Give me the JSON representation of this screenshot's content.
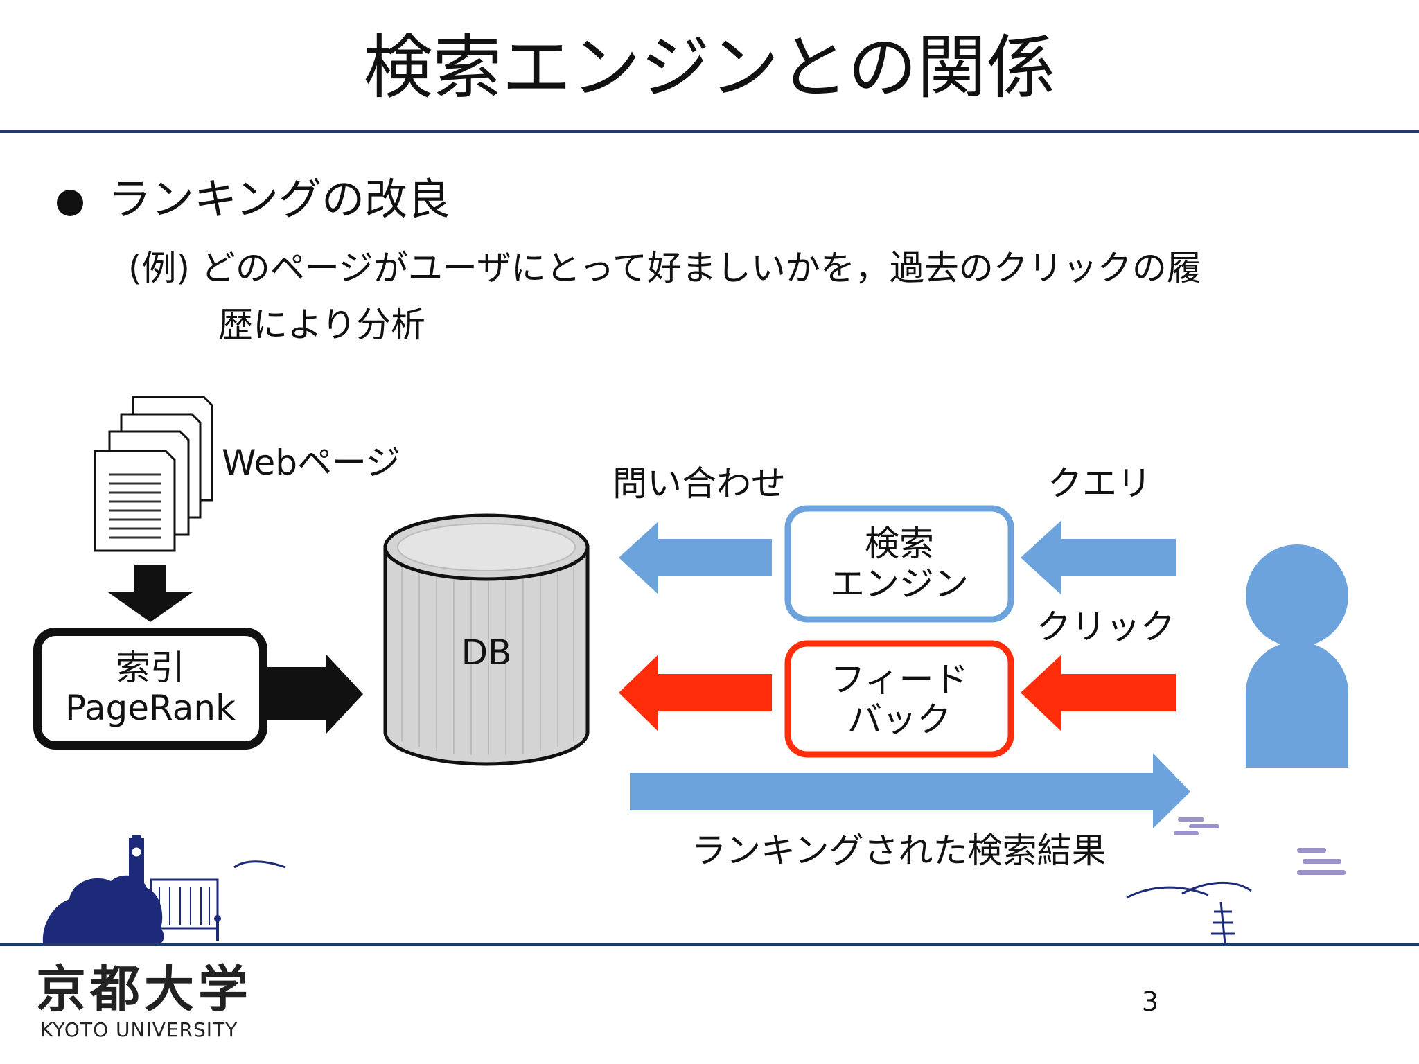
{
  "slide": {
    "title": "検索エンジンとの関係",
    "bullet": "ランキングの改良",
    "example_line1": "(例) どのページがユーザにとって好ましいかを，過去のクリックの履",
    "example_line2": "歴により分析",
    "page_number": "3"
  },
  "diagram": {
    "web_pages_label": "Webページ",
    "index_box_line1": "索引",
    "index_box_line2": "PageRank",
    "db_label": "DB",
    "query_to_db_label": "問い合わせ",
    "query_label": "クエリ",
    "search_engine_line1": "検索",
    "search_engine_line2": "エンジン",
    "click_label": "クリック",
    "feedback_line1": "フィード",
    "feedback_line2": "バック",
    "result_label": "ランキングされた検索結果",
    "colors": {
      "blue": "#6ca3dc",
      "red": "#ff2d0a",
      "black": "#111111",
      "db_fill": "#d4d4d4",
      "navy_rule": "#1f3a6e"
    }
  },
  "footer": {
    "university_jp": "京都大学",
    "university_en": "KYOTO UNIVERSITY"
  }
}
